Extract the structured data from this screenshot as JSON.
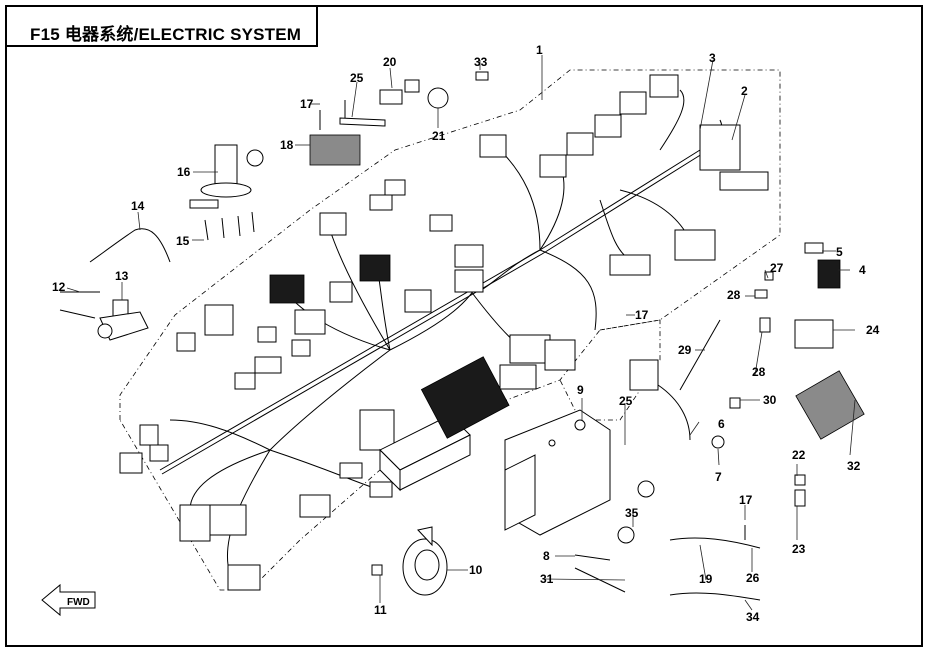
{
  "title": "F15 电器系统/ELECTRIC SYSTEM",
  "fwd_label": "FWD",
  "callouts": [
    "1",
    "2",
    "3",
    "4",
    "5",
    "6",
    "7",
    "8",
    "9",
    "10",
    "11",
    "12",
    "13",
    "14",
    "15",
    "16",
    "17",
    "17",
    "17",
    "19",
    "20",
    "21",
    "22",
    "23",
    "24",
    "25",
    "25",
    "26",
    "27",
    "28",
    "28",
    "29",
    "30",
    "31",
    "32",
    "33",
    "34",
    "35"
  ]
}
